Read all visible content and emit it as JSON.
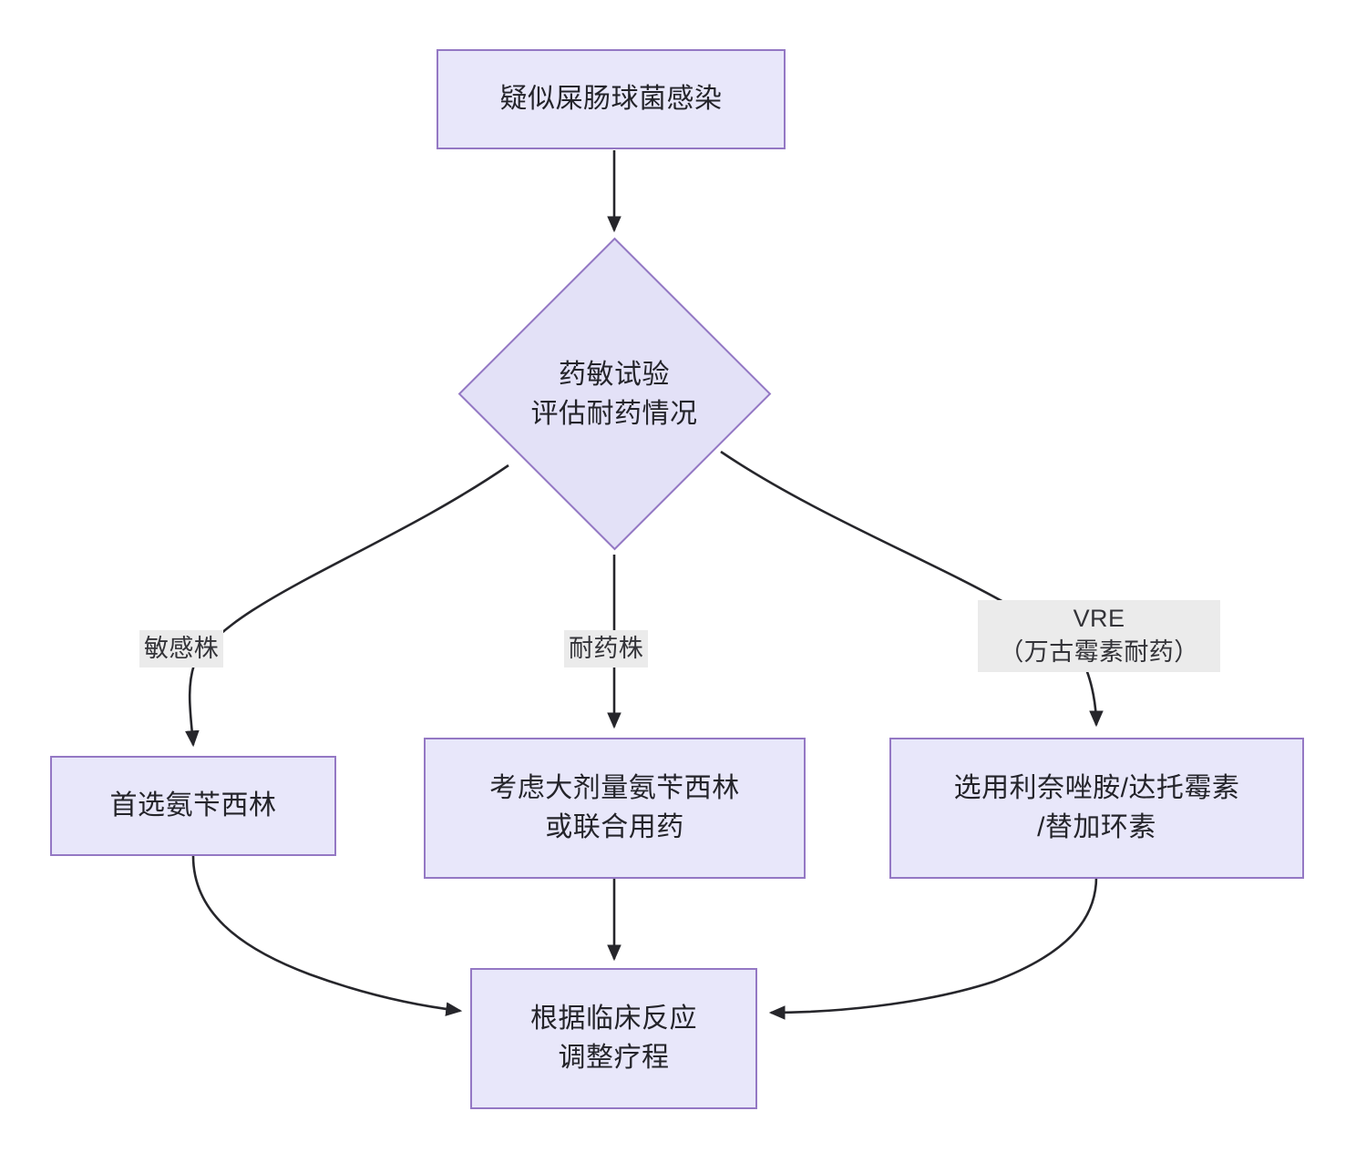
{
  "diagram": {
    "type": "flowchart",
    "direction": "top-down",
    "title": "",
    "theme": {
      "node_fill": "#e8e7fa",
      "node_border": "#9478c4",
      "decision_fill": "#e3e1f7",
      "edge_color": "#26262b",
      "edge_label_bg": "#ebebeb",
      "text_color": "#24242a",
      "background": "#ffffff"
    },
    "nodes": [
      {
        "id": "start",
        "shape": "rect",
        "label": "疑似屎肠球菌感染"
      },
      {
        "id": "test",
        "shape": "diamond",
        "label": "药敏试验\n评估耐药情况"
      },
      {
        "id": "susceptible",
        "shape": "rect",
        "label": "首选氨苄西林"
      },
      {
        "id": "resistant",
        "shape": "rect",
        "label": "考虑大剂量氨苄西林\n或联合用药"
      },
      {
        "id": "vre",
        "shape": "rect",
        "label": "选用利奈唑胺/达托霉素\n/替加环素"
      },
      {
        "id": "adjust",
        "shape": "rect",
        "label": "根据临床反应\n调整疗程"
      }
    ],
    "edges": [
      {
        "from": "start",
        "to": "test",
        "label": ""
      },
      {
        "from": "test",
        "to": "susceptible",
        "label": "敏感株"
      },
      {
        "from": "test",
        "to": "resistant",
        "label": "耐药株"
      },
      {
        "from": "test",
        "to": "vre",
        "label": "VRE\n（万古霉素耐药）"
      },
      {
        "from": "susceptible",
        "to": "adjust",
        "label": ""
      },
      {
        "from": "resistant",
        "to": "adjust",
        "label": ""
      },
      {
        "from": "vre",
        "to": "adjust",
        "label": ""
      }
    ],
    "edge_labels": {
      "susceptible": "敏感株",
      "resistant": "耐药株",
      "vre": "VRE\n（万古霉素耐药）"
    }
  }
}
